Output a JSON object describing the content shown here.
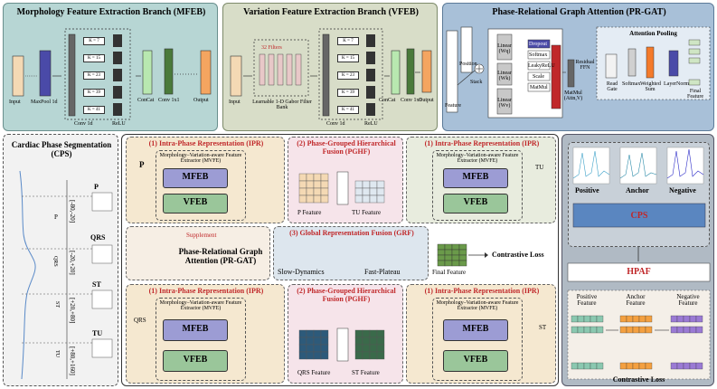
{
  "mfeb_panel": {
    "title": "Morphology Feature Extraction Branch (MFEB)",
    "input": "Input",
    "maxpool": "MaxPool 1d",
    "k_labels": [
      "K = 7",
      "K = 15",
      "K = 23",
      "K = 39",
      "K = 41"
    ],
    "conv": "Conv 1d",
    "relu": "ReLU",
    "concat": "ConCat",
    "conv1x1": "Conv 1x1",
    "output": "Output"
  },
  "vfeb_panel": {
    "title": "Variation Feature Extraction Branch (VFEB)",
    "input": "Input",
    "filters": "32 Filters",
    "gabor": "Learnable 1-D Gabor Filter Bank",
    "k_labels": [
      "K = 7",
      "K = 15",
      "K = 23",
      "K = 39",
      "K = 41"
    ],
    "conv": "Conv 1d",
    "relu": "ReLU",
    "concat": "ConCat",
    "conv1x1": "Conv 1x1",
    "output": "Output"
  },
  "prgat_panel": {
    "title": "Phase-Relational Graph Attention (PR-GAT)",
    "feature": "Feature",
    "position": "Position",
    "stack": "Stack",
    "linear_wq": "Linear (Wq)",
    "linear_wk": "Linear (Wk)",
    "linear_wv": "Linear (Wv)",
    "dropout": "Dropout",
    "softmax": "Softmax",
    "leakyrelu": "LeakyReLU",
    "scale": "Scale",
    "matmul": "MatMul",
    "matmul_attn": "MatMul (Attn,V)",
    "residual_ffn": "Residual FFN",
    "attention_pooling": "Attention Pooling",
    "read_gate": "Read Gate",
    "softmax2": "Softmax",
    "weighted_sum": "Weighted Sum",
    "layernorm": "LayerNorm",
    "final_feature": "Final Feature"
  },
  "cps_panel": {
    "title": "Cardiac Phase Segmentation (CPS)",
    "phases": [
      "P",
      "QRS",
      "ST",
      "TU"
    ],
    "ranges": [
      "[-80,-20]",
      "[-20,+20]",
      "[+20,+80]",
      "[+80,+160]"
    ],
    "side_labels": [
      "P",
      "QRS",
      "ST",
      "TU"
    ]
  },
  "center": {
    "ipr": "(1) Intra-Phase Representation (IPR)",
    "pghf": "(2) Phase-Grouped Hierarchical Fusion (PGHF)",
    "grf": "(3) Global Representation Fusion (GRF)",
    "mvfe": "Morphology–Variation-aware Feature Extractor (MVFE)",
    "mfeb": "MFEB",
    "vfeb": "VFEB",
    "p": "P",
    "tu": "TU",
    "qrs": "QRS",
    "st": "ST",
    "p_feature": "P Feature",
    "tu_feature": "TU Feature",
    "qrs_feature": "QRS Feature",
    "st_feature": "ST Feature",
    "supplement": "Supplement",
    "prgat": "Phase-Relational Graph Attention (PR-GAT)",
    "slow": "Slow-Dynamics",
    "fast": "Fast-Plateau",
    "final_feature": "Final Feature",
    "contrastive": "Contrastive Loss"
  },
  "loss_panel": {
    "positive": "Positive",
    "anchor": "Anchor",
    "negative": "Negative",
    "cps": "CPS",
    "hpaf": "HPAF",
    "positive_feature": "Positive Feature",
    "anchor_feature": "Anchor Feature",
    "negative_feature": "Negative Feature",
    "title": "Contrastive Loss"
  },
  "colors": {
    "mfeb_bg": "#b7d6d4",
    "vfeb_bg": "#d8ddc8",
    "prgat_bg": "#a8c0d8",
    "cps_bg": "#f2f2f2",
    "ipr_bg": "#f5e8d0",
    "pghf_bg": "#f6e4ea",
    "grf_bg": "#dde6ee",
    "mfeb_block": "#9c9cd4",
    "vfeb_block": "#9ac69a",
    "red": "#c0282a"
  }
}
